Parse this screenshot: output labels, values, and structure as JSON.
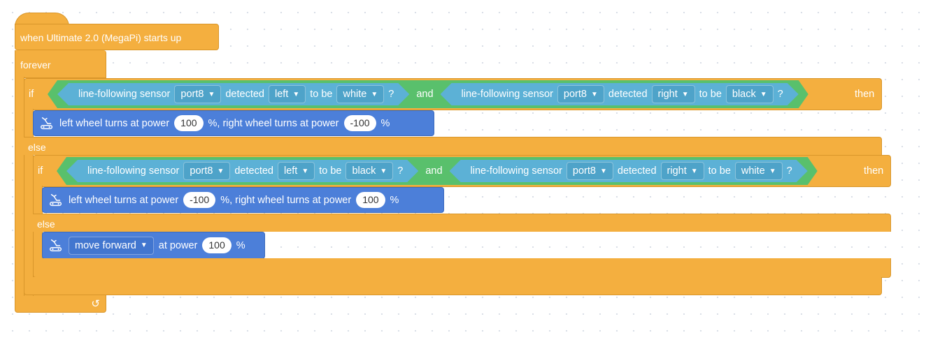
{
  "hat": {
    "label": "when Ultimate 2.0 (MegaPi) starts up"
  },
  "forever": {
    "label": "forever"
  },
  "blocks": {
    "if_label": "if",
    "else_label": "else",
    "then_label": "then",
    "and_label": "and",
    "sensor_label": "line-following sensor",
    "detected_label": "detected",
    "to_be_label": "to be",
    "question_mark": "?",
    "percent_sign": "%",
    "left_wheel_label": "left wheel turns at power",
    "right_wheel_label": "%,  right wheel turns at power",
    "at_power_label": "at power"
  },
  "if1": {
    "cond_a": {
      "port": "port8",
      "side": "left",
      "color": "white"
    },
    "cond_b": {
      "port": "port8",
      "side": "right",
      "color": "black"
    },
    "action": {
      "left_power": "100",
      "right_power": "-100"
    }
  },
  "if2": {
    "cond_a": {
      "port": "port8",
      "side": "left",
      "color": "black"
    },
    "cond_b": {
      "port": "port8",
      "side": "right",
      "color": "white"
    },
    "action": {
      "left_power": "-100",
      "right_power": "100"
    }
  },
  "else_action": {
    "direction": "move forward",
    "power": "100"
  },
  "icons": {
    "robot": "robot-arm-icon",
    "dropdown": "caret-down-icon",
    "loop": "loop-arrow-icon"
  },
  "colors": {
    "control": "#F4AF3F",
    "motion": "#4C7FD9",
    "sensor": "#5CB1D6",
    "operator": "#59C06C"
  }
}
